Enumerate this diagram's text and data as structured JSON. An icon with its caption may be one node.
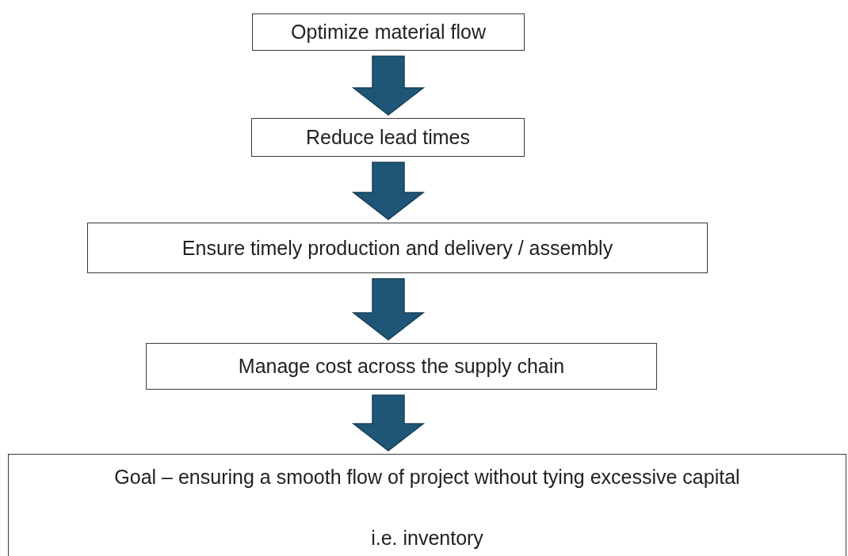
{
  "diagram": {
    "nodes": [
      {
        "text": [
          "Optimize material flow"
        ]
      },
      {
        "text": [
          "Reduce lead times"
        ]
      },
      {
        "text": [
          "Ensure timely production and delivery / assembly"
        ]
      },
      {
        "text": [
          "Manage cost across the supply chain"
        ]
      },
      {
        "text": [
          "Goal – ensuring a smooth flow of project without tying excessive capital",
          "i.e. inventory"
        ]
      }
    ],
    "edges": [
      {
        "from": 0,
        "to": 1,
        "arrow": "to"
      },
      {
        "from": 1,
        "to": 2,
        "arrow": "to"
      },
      {
        "from": 2,
        "to": 3,
        "arrow": "to"
      },
      {
        "from": 3,
        "to": 4,
        "arrow": "to"
      }
    ]
  }
}
